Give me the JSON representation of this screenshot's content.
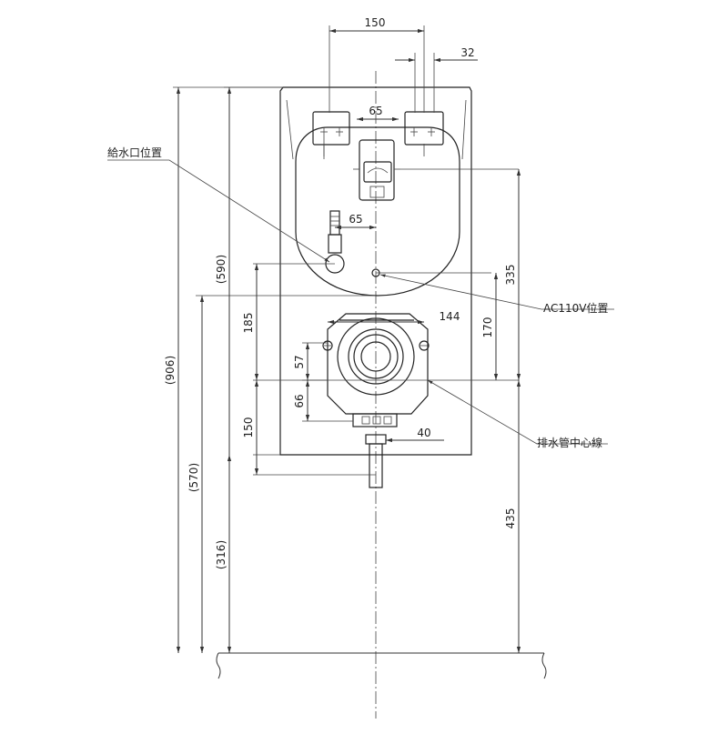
{
  "labels": {
    "water_inlet": "給水口位置",
    "power_outlet": "AC110V位置",
    "drain_center": "排水管中心線"
  },
  "dimensions": {
    "top_width": "150",
    "top_small": "32",
    "outlet_offset_top": "65",
    "outlet_offset_mid": "65",
    "flange_width": "144",
    "drain_pipe_width": "40",
    "height_590": "(590)",
    "height_906": "(906)",
    "height_570": "(570)",
    "height_316": "(316)",
    "dim_185": "185",
    "dim_150": "150",
    "dim_57": "57",
    "dim_66": "66",
    "dim_335": "335",
    "dim_170": "170",
    "dim_435": "435"
  }
}
